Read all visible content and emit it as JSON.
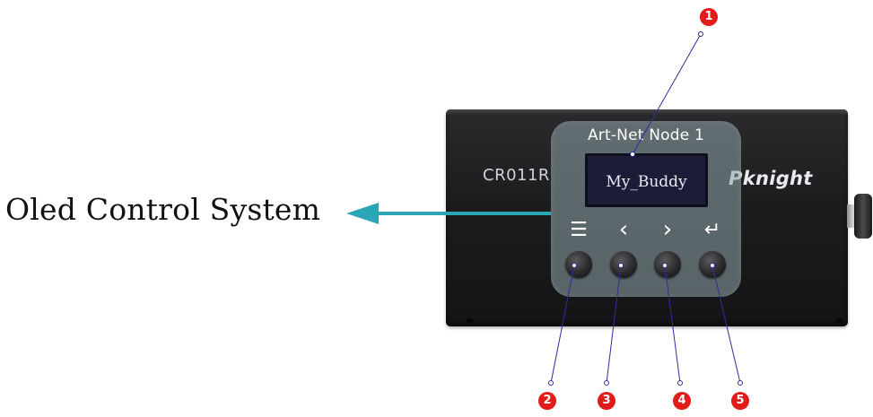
{
  "caption": "Oled Control System",
  "device": {
    "model": "CR011R",
    "brand": "Pknight",
    "panel_title": "Art-Net Node 1",
    "oled_text": "My_Buddy"
  },
  "buttons": [
    {
      "icon": "menu-icon",
      "glyph": "☰"
    },
    {
      "icon": "chevron-left-icon",
      "glyph": "‹"
    },
    {
      "icon": "chevron-right-icon",
      "glyph": "›"
    },
    {
      "icon": "enter-icon",
      "glyph": "↵"
    }
  ],
  "callouts": [
    "1",
    "2",
    "3",
    "4",
    "5"
  ],
  "colors": {
    "arrow": "#2aa6b4",
    "badge": "#e21b1b",
    "leader": "#2c2f9a",
    "oled_bg": "#1b1d38"
  }
}
